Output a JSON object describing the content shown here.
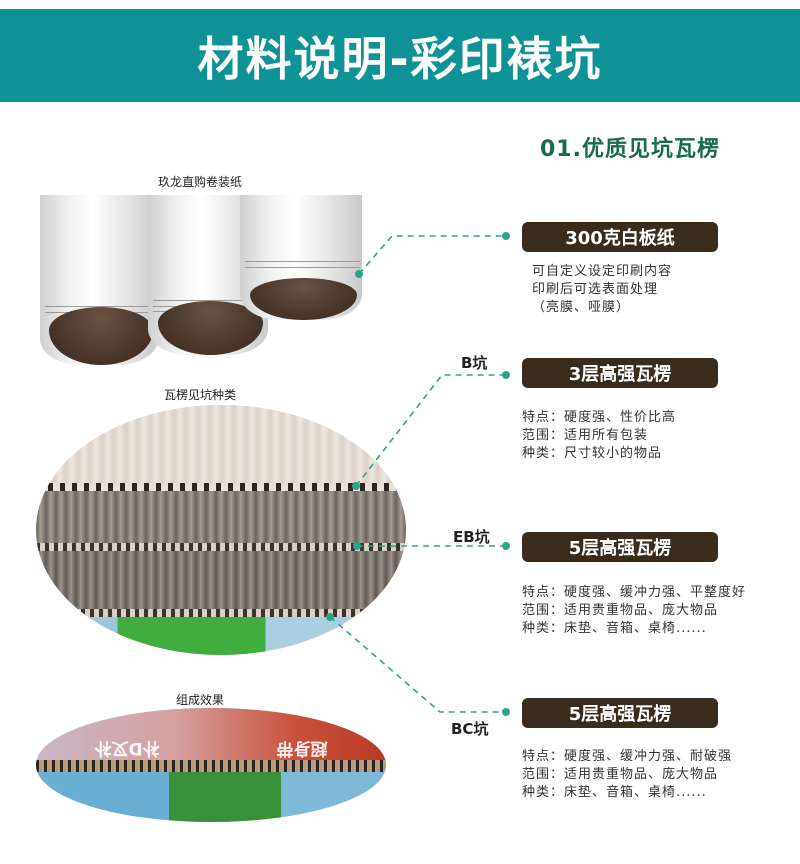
{
  "banner": {
    "title": "材料说明-彩印裱坑",
    "color": "#0f9296"
  },
  "section": {
    "title": "01.优质见坑瓦楞",
    "color": "#1a6a4c"
  },
  "images": {
    "paper_rolls_caption": "玖龙直购卷装纸",
    "flute_types_caption": "瓦楞见坑种类",
    "composite_caption": "组成效果",
    "composite_print_text": [
      "超身带",
      "补D叉补"
    ]
  },
  "materials": [
    {
      "flute_label": "",
      "title": "300克白板纸",
      "lines": [
        "可自定义设定印刷内容",
        "印刷后可选表面处理",
        "（亮膜、哑膜）"
      ]
    },
    {
      "flute_label": "B坑",
      "title": "3层高强瓦楞",
      "lines": [
        "特点：硬度强、性价比高",
        "范围：适用所有包装",
        "种类：尺寸较小的物品"
      ]
    },
    {
      "flute_label": "EB坑",
      "title": "5层高强瓦楞",
      "lines": [
        "特点：硬度强、缓冲力强、平整度好",
        "范围：适用贵重物品、庞大物品",
        "种类：床垫、音箱、桌椅......"
      ]
    },
    {
      "flute_label": "BC坑",
      "title": "5层高强瓦楞",
      "lines": [
        "特点：硬度强、缓冲力强、耐破强",
        "范围：适用贵重物品、庞大物品",
        "种类：床垫、音箱、桌椅......"
      ]
    }
  ],
  "colors": {
    "label_bg": "#3a2c1d",
    "connector": "#2aa588"
  }
}
